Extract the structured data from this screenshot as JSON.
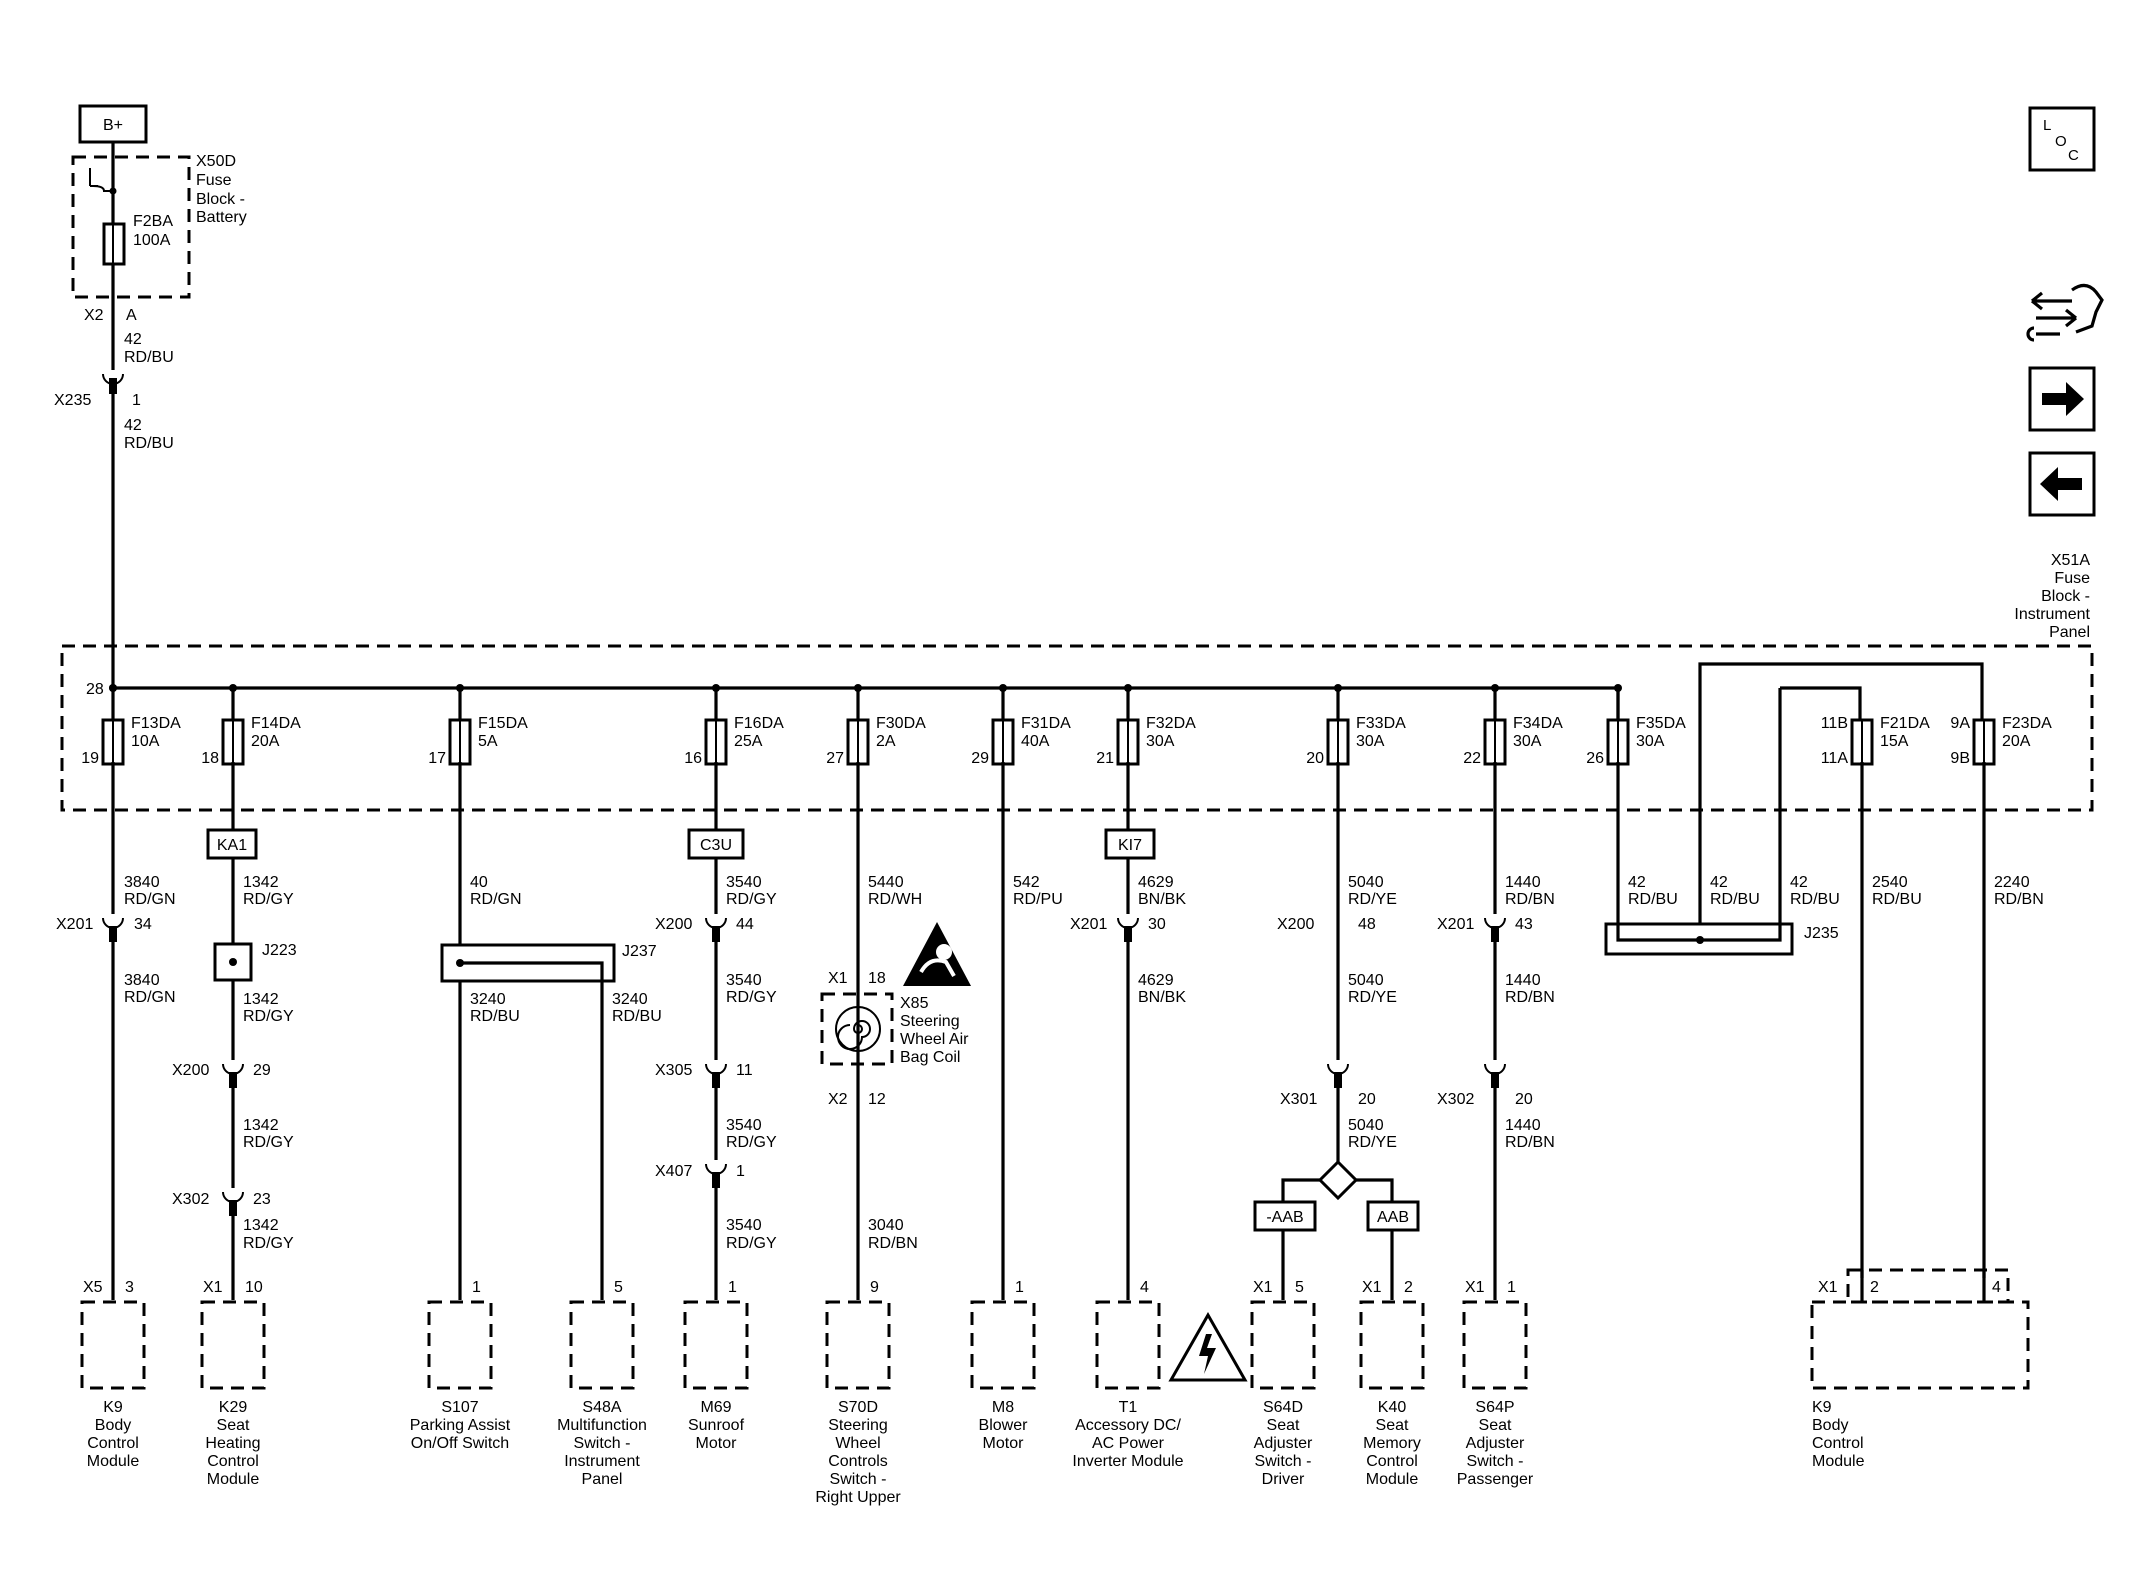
{
  "supply": {
    "label": "B+"
  },
  "battery_block": {
    "ref": "X50D",
    "name_lines": [
      "Fuse",
      "Block -",
      "Battery"
    ],
    "fuse": "F2BA",
    "rating": "100A",
    "connector": "X2",
    "pin": "A",
    "wire_top": {
      "circuit": "42",
      "color": "RD/BU"
    },
    "inline": {
      "ref": "X235",
      "pin": "1"
    },
    "wire_bottom": {
      "circuit": "42",
      "color": "RD/BU"
    }
  },
  "ip_block": {
    "ref": "X51A",
    "name_lines": [
      "Fuse",
      "Block -",
      "Instrument",
      "Panel"
    ],
    "bus_pin": "28"
  },
  "nav": {
    "loc_label": "LOC",
    "loc_letters": [
      "L",
      "O",
      "C"
    ]
  },
  "fuses": [
    {
      "name": "F13DA",
      "rating": "10A",
      "pin": "19"
    },
    {
      "name": "F14DA",
      "rating": "20A",
      "pin": "18"
    },
    {
      "name": "F15DA",
      "rating": "5A",
      "pin": "17"
    },
    {
      "name": "F16DA",
      "rating": "25A",
      "pin": "16"
    },
    {
      "name": "F30DA",
      "rating": "2A",
      "pin": "27"
    },
    {
      "name": "F31DA",
      "rating": "40A",
      "pin": "29"
    },
    {
      "name": "F32DA",
      "rating": "30A",
      "pin": "21"
    },
    {
      "name": "F33DA",
      "rating": "30A",
      "pin": "20"
    },
    {
      "name": "F34DA",
      "rating": "30A",
      "pin": "22"
    },
    {
      "name": "F35DA",
      "rating": "30A",
      "pin": "26"
    },
    {
      "name": "F21DA",
      "rating": "15A",
      "pin_top": "11B",
      "pin_bottom": "11A"
    },
    {
      "name": "F23DA",
      "rating": "20A",
      "pin_top": "9A",
      "pin_bottom": "9B"
    }
  ],
  "options": {
    "ka1": "KA1",
    "c3u": "C3U",
    "ki7": "KI7",
    "aab_neg": "-AAB",
    "aab": "AAB"
  },
  "splices": {
    "j223": "J223",
    "j237": "J237",
    "j235": "J235"
  },
  "wires": {
    "c1a": {
      "circuit": "3840",
      "color": "RD/GN"
    },
    "c1b": {
      "circuit": "3840",
      "color": "RD/GN"
    },
    "c2a": {
      "circuit": "1342",
      "color": "RD/GY"
    },
    "c2b": {
      "circuit": "1342",
      "color": "RD/GY"
    },
    "c2c": {
      "circuit": "1342",
      "color": "RD/GY"
    },
    "c2d": {
      "circuit": "1342",
      "color": "RD/GY"
    },
    "c3a": {
      "circuit": "40",
      "color": "RD/GN"
    },
    "c3b": {
      "circuit": "3240",
      "color": "RD/BU"
    },
    "c3c": {
      "circuit": "3240",
      "color": "RD/BU"
    },
    "c4a": {
      "circuit": "3540",
      "color": "RD/GY"
    },
    "c4b": {
      "circuit": "3540",
      "color": "RD/GY"
    },
    "c4c": {
      "circuit": "3540",
      "color": "RD/GY"
    },
    "c4d": {
      "circuit": "3540",
      "color": "RD/GY"
    },
    "c5a": {
      "circuit": "5440",
      "color": "RD/WH"
    },
    "c5b": {
      "circuit": "3040",
      "color": "RD/BN"
    },
    "c6a": {
      "circuit": "542",
      "color": "RD/PU"
    },
    "c7a": {
      "circuit": "4629",
      "color": "BN/BK"
    },
    "c7b": {
      "circuit": "4629",
      "color": "BN/BK"
    },
    "c8a": {
      "circuit": "5040",
      "color": "RD/YE"
    },
    "c8b": {
      "circuit": "5040",
      "color": "RD/YE"
    },
    "c8c": {
      "circuit": "5040",
      "color": "RD/YE"
    },
    "c9a": {
      "circuit": "1440",
      "color": "RD/BN"
    },
    "c9b": {
      "circuit": "1440",
      "color": "RD/BN"
    },
    "c9c": {
      "circuit": "1440",
      "color": "RD/BN"
    },
    "c10a": {
      "circuit": "42",
      "color": "RD/BU"
    },
    "c10b": {
      "circuit": "42",
      "color": "RD/BU"
    },
    "c10c": {
      "circuit": "42",
      "color": "RD/BU"
    },
    "c11a": {
      "circuit": "2540",
      "color": "RD/BU"
    },
    "c12a": {
      "circuit": "2240",
      "color": "RD/BN"
    }
  },
  "inline_connectors": {
    "x201_c1": {
      "ref": "X201",
      "pin": "34"
    },
    "x200_c2": {
      "ref": "X200",
      "pin": "29"
    },
    "x302_c2": {
      "ref": "X302",
      "pin": "23"
    },
    "x200_c4": {
      "ref": "X200",
      "pin": "44"
    },
    "x305_c4": {
      "ref": "X305",
      "pin": "11"
    },
    "x407_c4": {
      "ref": "X407",
      "pin": "1"
    },
    "x201_c7": {
      "ref": "X201",
      "pin": "30"
    },
    "x200_c8": {
      "ref": "X200",
      "pin": "48"
    },
    "x301_c8": {
      "ref": "X301",
      "pin": "20"
    },
    "x201_c9": {
      "ref": "X201",
      "pin": "43"
    },
    "x302_c9": {
      "ref": "X302",
      "pin": "20"
    }
  },
  "coil": {
    "ref": "X85",
    "name_lines": [
      "Steering",
      "Wheel Air",
      "Bag Coil"
    ],
    "top_connector": "X1",
    "top_pin": "18",
    "bottom_connector": "X2",
    "bottom_pin": "12"
  },
  "components": [
    {
      "ref": "K9",
      "name_lines": [
        "Body",
        "Control",
        "Module"
      ],
      "connector": "X5",
      "pin": "3"
    },
    {
      "ref": "K29",
      "name_lines": [
        "Seat",
        "Heating",
        "Control",
        "Module"
      ],
      "connector": "X1",
      "pin": "10"
    },
    {
      "ref": "S107",
      "name_lines": [
        "Parking Assist",
        "On/Off Switch"
      ],
      "connector": "",
      "pin": "1"
    },
    {
      "ref": "S48A",
      "name_lines": [
        "Multifunction",
        "Switch -",
        "Instrument",
        "Panel"
      ],
      "connector": "",
      "pin": "5"
    },
    {
      "ref": "M69",
      "name_lines": [
        "Sunroof",
        "Motor"
      ],
      "connector": "",
      "pin": "1"
    },
    {
      "ref": "S70D",
      "name_lines": [
        "Steering",
        "Wheel",
        "Controls",
        "Switch -",
        "Right Upper"
      ],
      "connector": "",
      "pin": "9"
    },
    {
      "ref": "M8",
      "name_lines": [
        "Blower",
        "Motor"
      ],
      "connector": "",
      "pin": "1"
    },
    {
      "ref": "T1",
      "name_lines": [
        "Accessory DC/",
        "AC Power",
        "Inverter Module"
      ],
      "connector": "",
      "pin": "4"
    },
    {
      "ref": "S64D",
      "name_lines": [
        "Seat",
        "Adjuster",
        "Switch -",
        "Driver"
      ],
      "connector": "X1",
      "pin": "5"
    },
    {
      "ref": "K40",
      "name_lines": [
        "Seat",
        "Memory",
        "Control",
        "Module"
      ],
      "connector": "X1",
      "pin": "2"
    },
    {
      "ref": "S64P",
      "name_lines": [
        "Seat",
        "Adjuster",
        "Switch -",
        "Passenger"
      ],
      "connector": "X1",
      "pin": "1"
    },
    {
      "ref": "K9",
      "name_lines": [
        "Body",
        "Control",
        "Module"
      ],
      "connector": "X1",
      "pin_a": "2",
      "pin_b": "4"
    }
  ]
}
